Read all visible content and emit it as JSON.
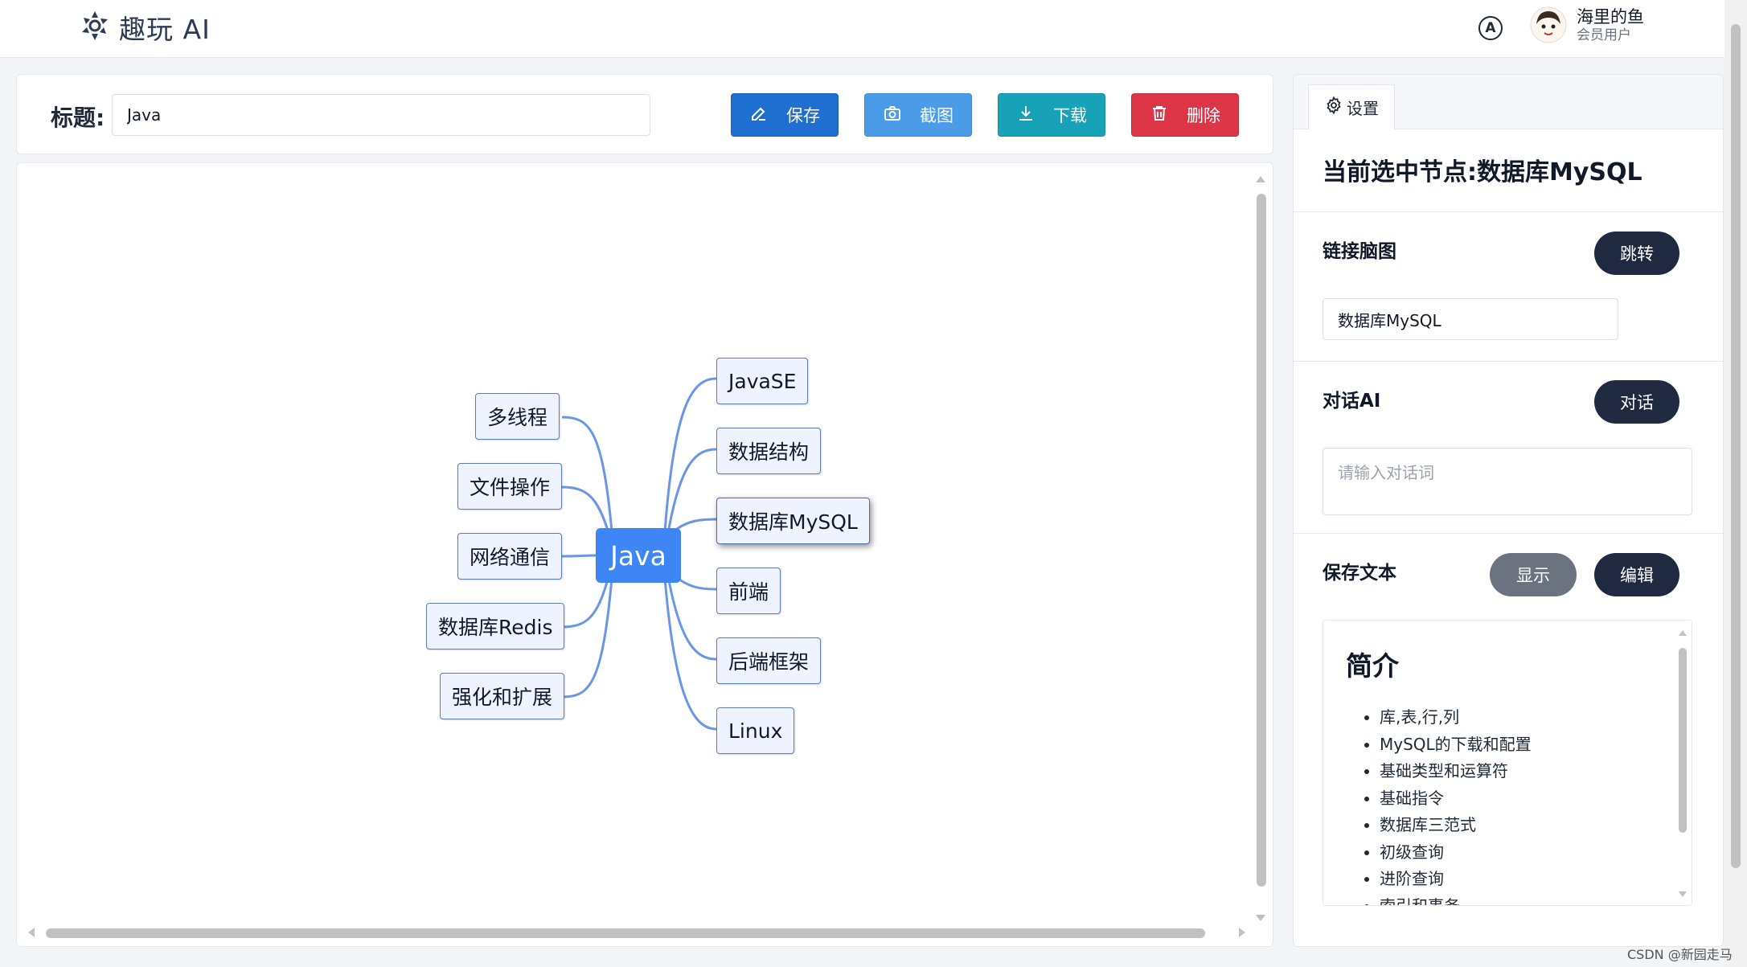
{
  "app": {
    "name": "趣玩 AI"
  },
  "header": {
    "ai_badge": "A",
    "user_name": "海里的鱼",
    "user_role": "会员用户"
  },
  "editor": {
    "title_label": "标题:",
    "title_value": "Java",
    "buttons": {
      "save": "保存",
      "screenshot": "截图",
      "download": "下载",
      "delete": "删除"
    }
  },
  "mindmap": {
    "root": "Java",
    "left_nodes": [
      "多线程",
      "文件操作",
      "网络通信",
      "数据库Redis",
      "强化和扩展"
    ],
    "right_nodes": [
      "JavaSE",
      "数据结构",
      "数据库MySQL",
      "前端",
      "后端框架",
      "Linux"
    ],
    "selected": "数据库MySQL"
  },
  "settings": {
    "tab_label": "设置",
    "selected_node_title": "当前选中节点:数据库MySQL",
    "link_section": {
      "label": "链接脑图",
      "button": "跳转",
      "input_value": "数据库MySQL"
    },
    "chat_section": {
      "label": "对话AI",
      "button": "对话",
      "placeholder": "请输入对话词"
    },
    "save_section": {
      "label": "保存文本",
      "show_button": "显示",
      "edit_button": "编辑",
      "preview_heading": "简介",
      "preview_items": [
        "库,表,行,列",
        "MySQL的下载和配置",
        "基础类型和运算符",
        "基础指令",
        "数据库三范式",
        "初级查询",
        "进阶查询",
        "索引和事务"
      ]
    }
  },
  "watermark": "CSDN @新园走马",
  "colors": {
    "save": "#1f6fd0",
    "screenshot": "#4a9be8",
    "download": "#17a2b8",
    "delete": "#dc3545",
    "root_node": "#3e86f5",
    "edge": "#6a96e6",
    "dark_pill": "#1f2a40"
  }
}
